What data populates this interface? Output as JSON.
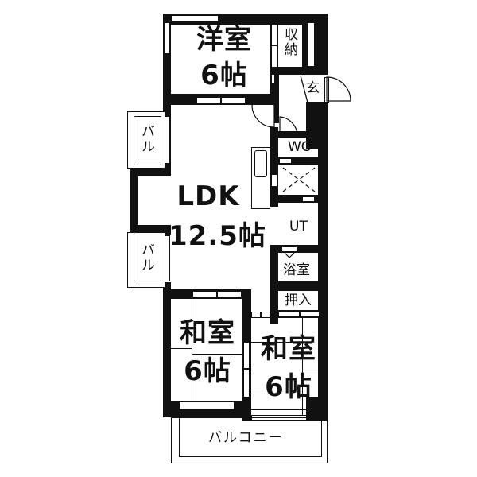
{
  "floorplan": {
    "rooms": {
      "western_room": {
        "name": "洋室",
        "size": "6帖"
      },
      "storage_top": {
        "name": "収納"
      },
      "entrance": {
        "name": "玄"
      },
      "ldk": {
        "name": "LDK",
        "size": "12.5帖"
      },
      "wc": {
        "name": "WC"
      },
      "ut": {
        "name": "UT"
      },
      "bathroom": {
        "name": "浴室"
      },
      "closet": {
        "name": "押入"
      },
      "japanese_room_left": {
        "name": "和室",
        "size": "6帖"
      },
      "japanese_room_right": {
        "name": "和室",
        "size": "6帖"
      },
      "balcony_upper": {
        "name": "バル"
      },
      "balcony_lower": {
        "name": "バル"
      },
      "balcony_bottom": {
        "name": "バルコニー"
      }
    },
    "colors": {
      "wall": "#111111",
      "background": "#ffffff"
    }
  }
}
